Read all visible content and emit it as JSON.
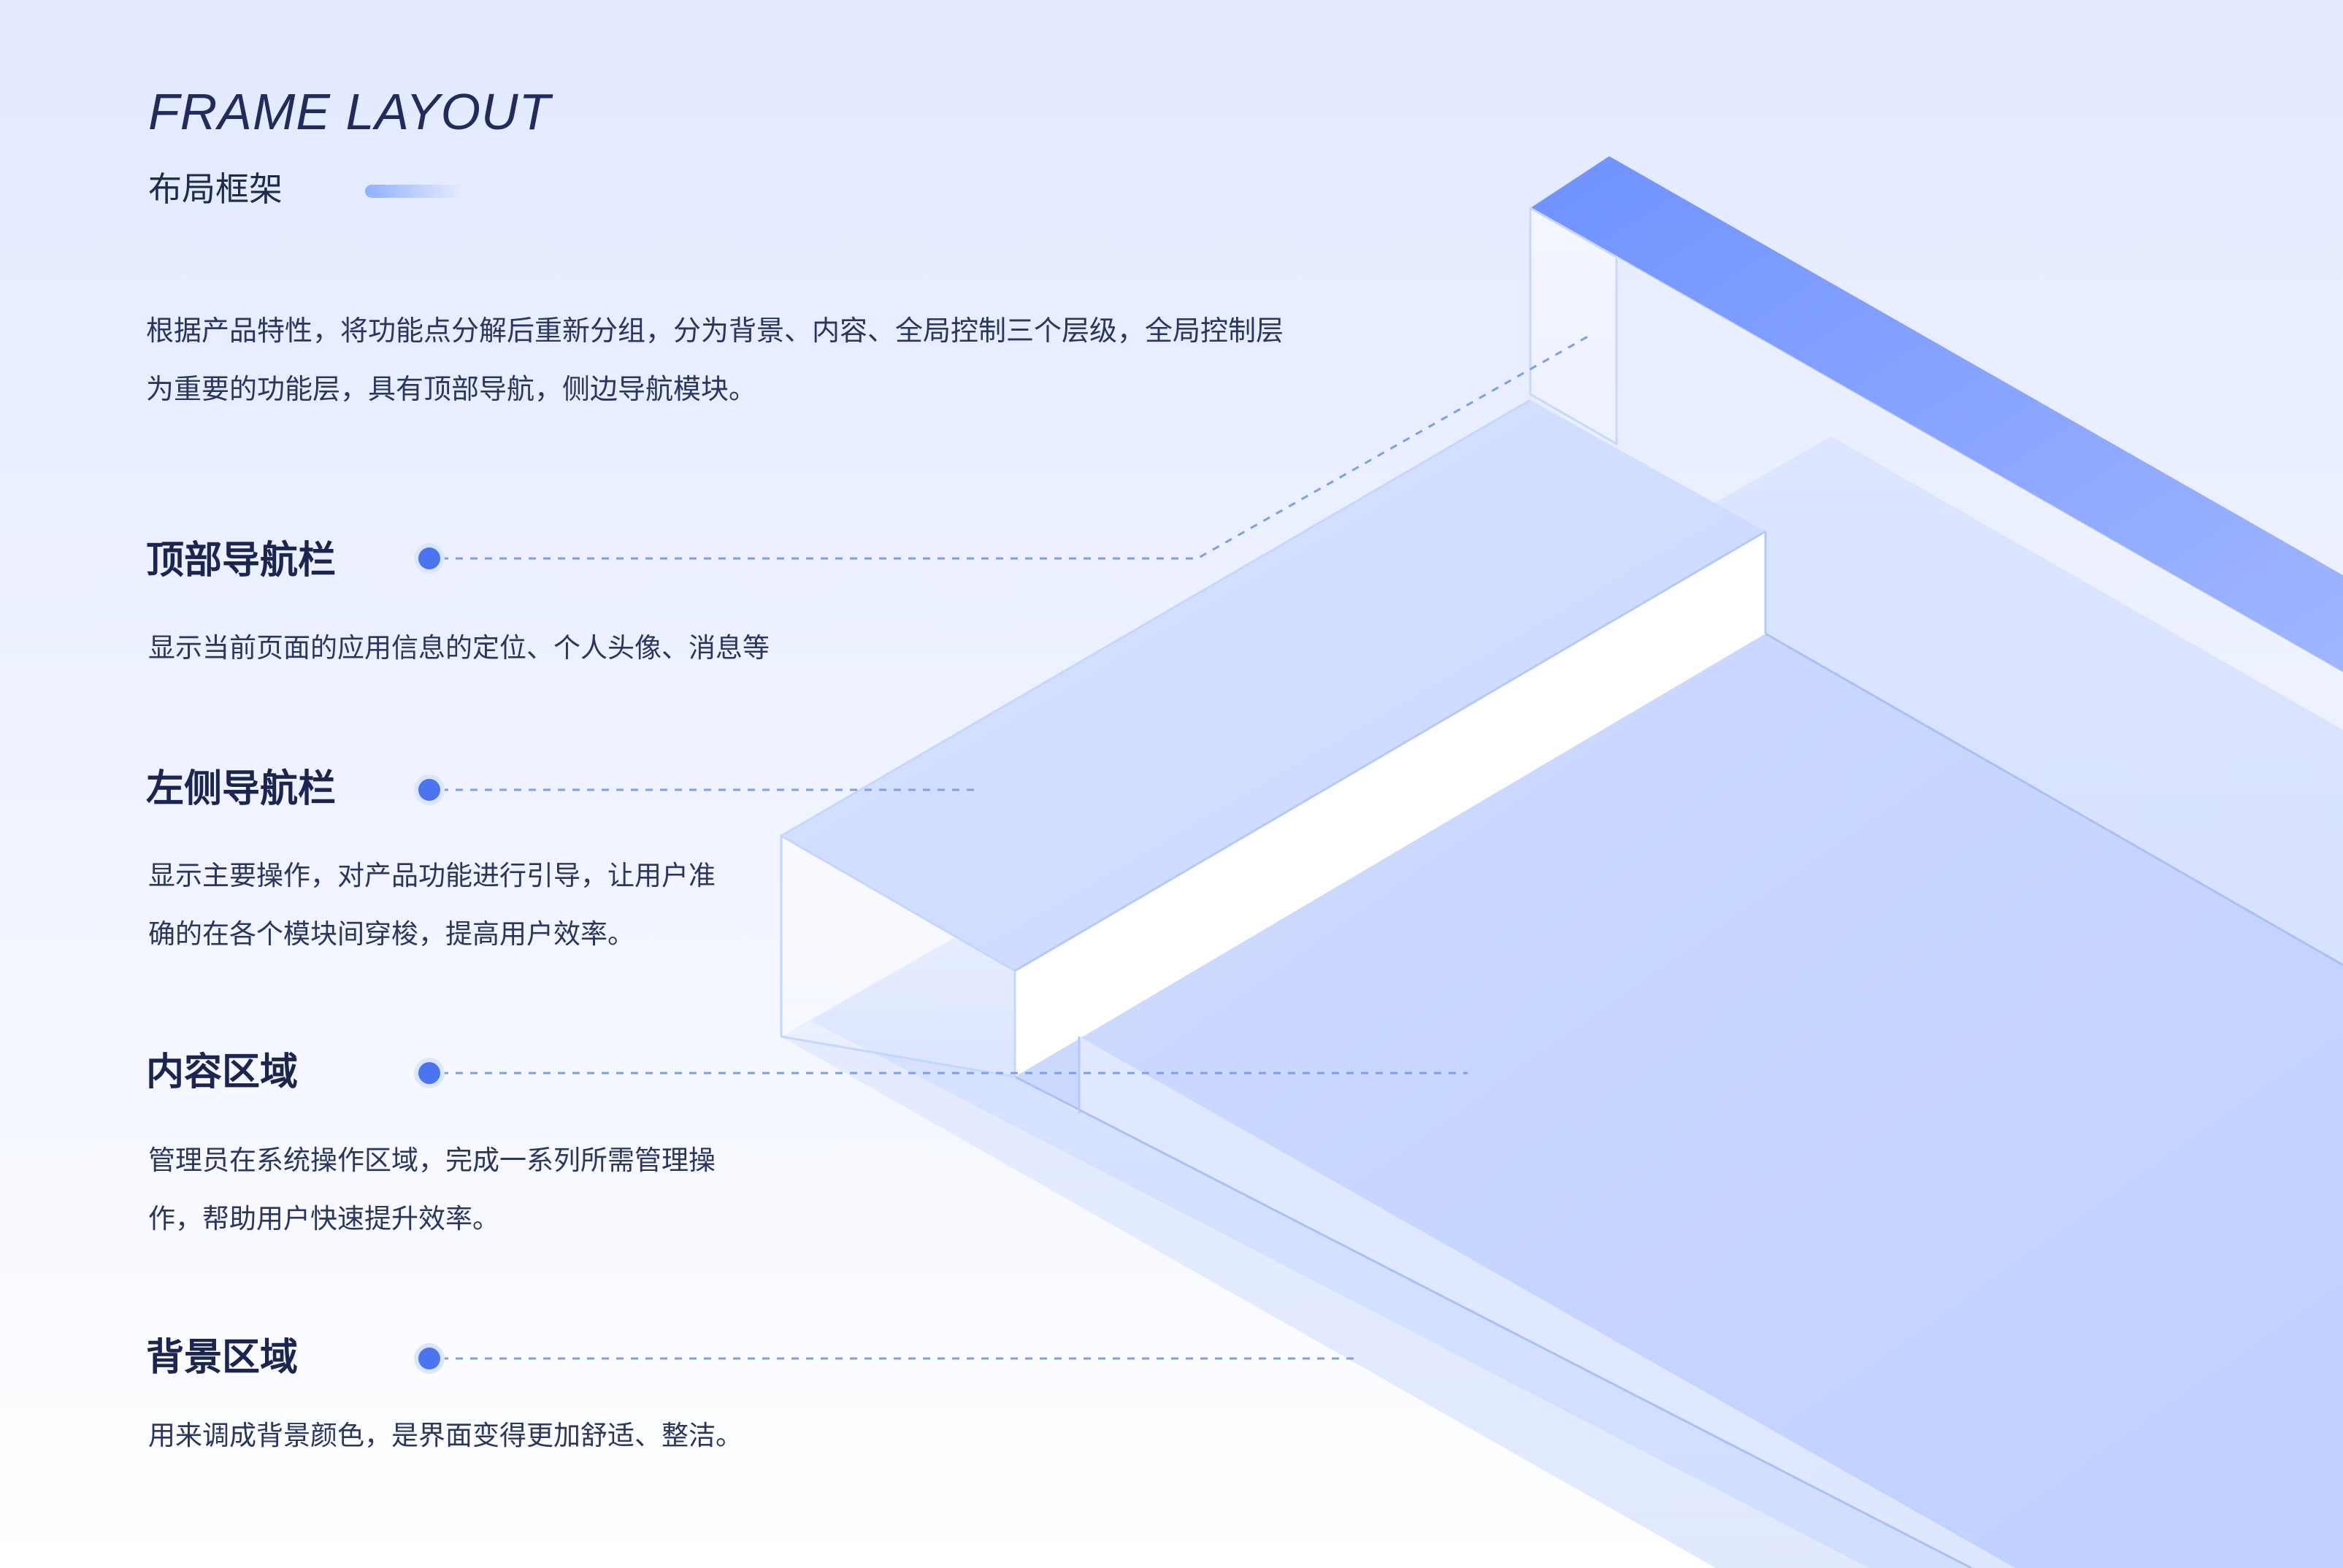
{
  "header": {
    "title": "FRAME LAYOUT",
    "subtitle": "布局框架"
  },
  "intro": "根据产品特性，将功能点分解后重新分组，分为背景、内容、全局控制三个层级，全局控制层为重要的功能层，具有顶部导航，侧边导航模块。",
  "sections": [
    {
      "title": "顶部导航栏",
      "description": "显示当前页面的应用信息的定位、个人头像、消息等"
    },
    {
      "title": "左侧导航栏",
      "description": "显示主要操作，对产品功能进行引导，让用户准确的在各个模块间穿梭，提高用户效率。"
    },
    {
      "title": "内容区域",
      "description": "管理员在系统操作区域，完成一系列所需管理操作，帮助用户快速提升效率。"
    },
    {
      "title": "背景区域",
      "description": "用来调成背景颜色，是界面变得更加舒适、整洁。"
    }
  ],
  "colors": {
    "accent": "#4a74f0",
    "title_text": "#232a5c",
    "body_text": "#2a3560",
    "panel_fill": "#cddcff",
    "top_bar": "#7b9cff"
  }
}
